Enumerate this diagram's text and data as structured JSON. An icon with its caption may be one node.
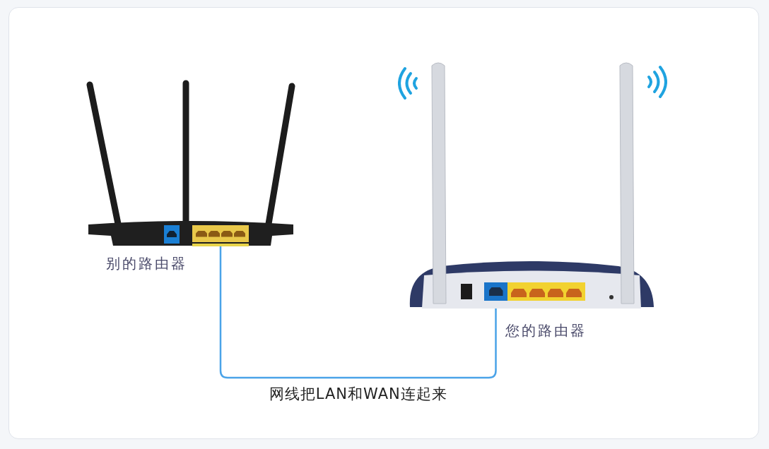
{
  "diagram": {
    "nodes": [
      {
        "text": [],
        "shape": "picture",
        "beside": [
          "别的路由器"
        ]
      },
      {
        "text": [],
        "shape": "box",
        "in": 0
      },
      {
        "text": [],
        "shape": "picture",
        "beside": [
          "您的路由器"
        ]
      },
      {
        "text": [],
        "shape": "box",
        "in": 2
      }
    ],
    "edges": [
      {
        "from": 1,
        "to": 3,
        "arrow": "none",
        "label": "网线把LAN和WAN连起来"
      }
    ]
  }
}
